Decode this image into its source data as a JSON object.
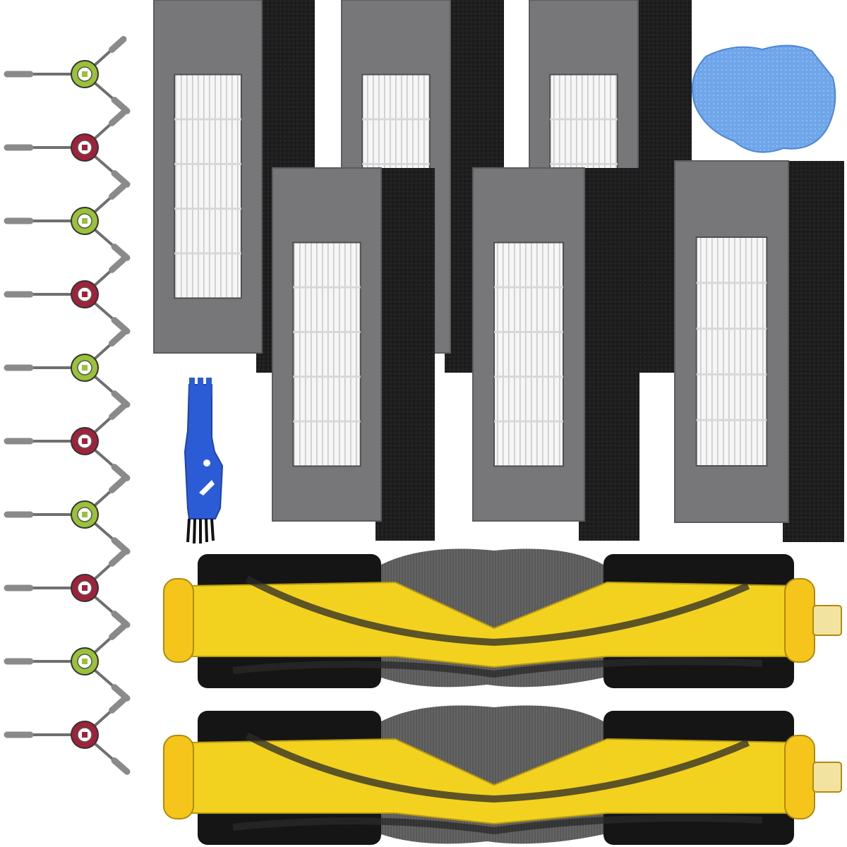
{
  "scene": {
    "background": "#ffffff",
    "items": {
      "side_brushes": {
        "count": 10,
        "hub_colors": [
          "#9ac238",
          "#a2213a"
        ],
        "bristle_color": "#6f6f6f"
      },
      "hepa_filters": {
        "count": 6,
        "frame_color": "#77777a",
        "foam_color": "#1e1e1e",
        "pleat_color": "#f4f4f4"
      },
      "main_brushes": {
        "count": 2,
        "core_color": "#f2d21e",
        "rubber_color": "#151515",
        "end_cap_color": "#f5c51b"
      },
      "cleaning_tool": {
        "count": 1,
        "color": "#2c5bd6"
      },
      "cleaning_cloth": {
        "count": 1,
        "color": "#6fa6ea"
      }
    }
  }
}
